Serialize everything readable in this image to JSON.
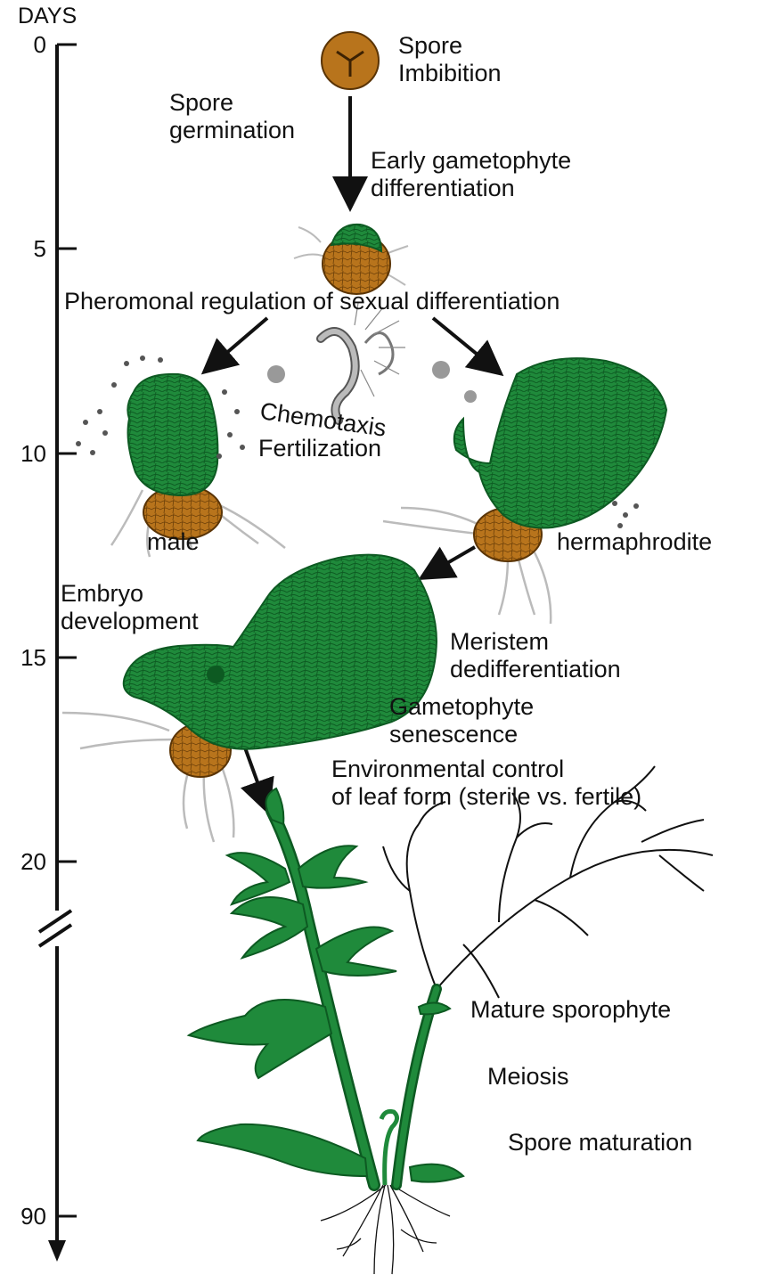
{
  "axis": {
    "unit": "DAYS",
    "ticks": [
      "0",
      "5",
      "10",
      "15",
      "20",
      "90"
    ]
  },
  "labels": {
    "spore_imbibition": "Spore\nImbibition",
    "spore_germination": "Spore\ngermination",
    "early_gametophyte": "Early gametophyte\ndifferentiation",
    "pheromonal": "Pheromonal regulation of sexual differentiation",
    "chemotaxis": "Chemotaxis",
    "fertilization": "Fertilization",
    "male": "male",
    "hermaphrodite": "hermaphrodite",
    "embryo_development": "Embryo\ndevelopment",
    "meristem": "Meristem\ndedifferentiation",
    "senescence": "Gametophyte\nsenescence",
    "environmental": "Environmental control\nof leaf form (sterile vs. fertile)",
    "mature_sporophyte": "Mature sporophyte",
    "meiosis": "Meiosis",
    "spore_maturation": "Spore maturation"
  },
  "colors": {
    "gametophyte_green": "#1f8a3b",
    "spore_brown": "#b8741c",
    "line_black": "#111111"
  }
}
